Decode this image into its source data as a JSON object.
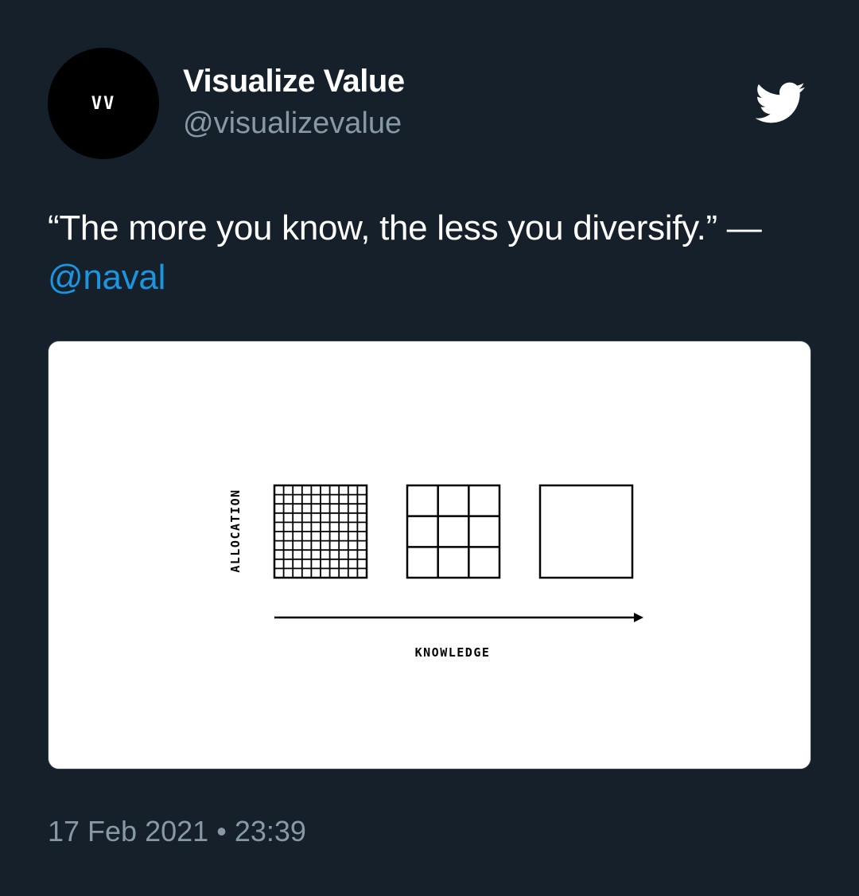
{
  "author": {
    "avatar_text": "VV",
    "display_name": "Visualize Value",
    "handle": "@visualizevalue"
  },
  "platform_icon": "twitter-bird-icon",
  "tweet": {
    "quote": "“The more you know, the less you diversify.” —",
    "mention": "@naval"
  },
  "media": {
    "y_axis_label": "ALLOCATION",
    "x_axis_label": "KNOWLEDGE",
    "grids": [
      {
        "divisions": 10
      },
      {
        "divisions": 3
      },
      {
        "divisions": 1
      }
    ]
  },
  "timestamp": {
    "date": "17 Feb 2021",
    "separator": "•",
    "time": "23:39"
  },
  "colors": {
    "background": "#15202b",
    "text_primary": "#ffffff",
    "text_secondary": "#8899a6",
    "link": "#1b95e0",
    "card_background": "#ffffff"
  }
}
